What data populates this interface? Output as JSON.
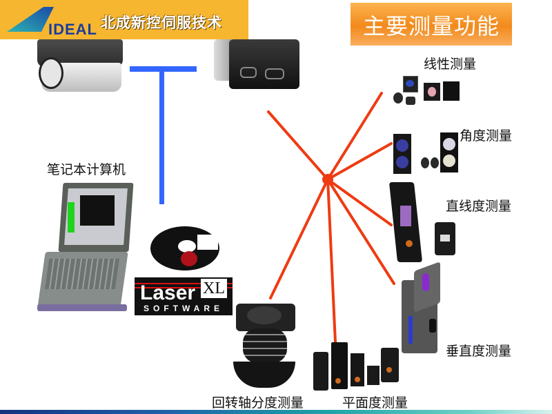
{
  "header": {
    "logo_text": "IDEAL",
    "company_name": "北成新控伺服技术",
    "brand_color": "#f6b630"
  },
  "title": {
    "text": "主要测量功能",
    "color": "#f28a1c"
  },
  "hub": {
    "laptop_label": "笔记本计算机",
    "software_logo": {
      "main": "Laser",
      "suffix": "XL",
      "sub": "SOFTWARE"
    },
    "connector_color": "#3366ff",
    "line_color": "#ee3b12"
  },
  "functions": [
    {
      "label": "线性测量",
      "icon": "linear-optics-icon"
    },
    {
      "label": "角度测量",
      "icon": "angular-optics-icon"
    },
    {
      "label": "直线度测量",
      "icon": "straightness-optics-icon"
    },
    {
      "label": "垂直度测量",
      "icon": "squareness-optics-icon"
    },
    {
      "label": "平面度测量",
      "icon": "flatness-mirrors-icon"
    },
    {
      "label": "回转轴分度测量",
      "icon": "rotary-indexer-icon"
    }
  ]
}
